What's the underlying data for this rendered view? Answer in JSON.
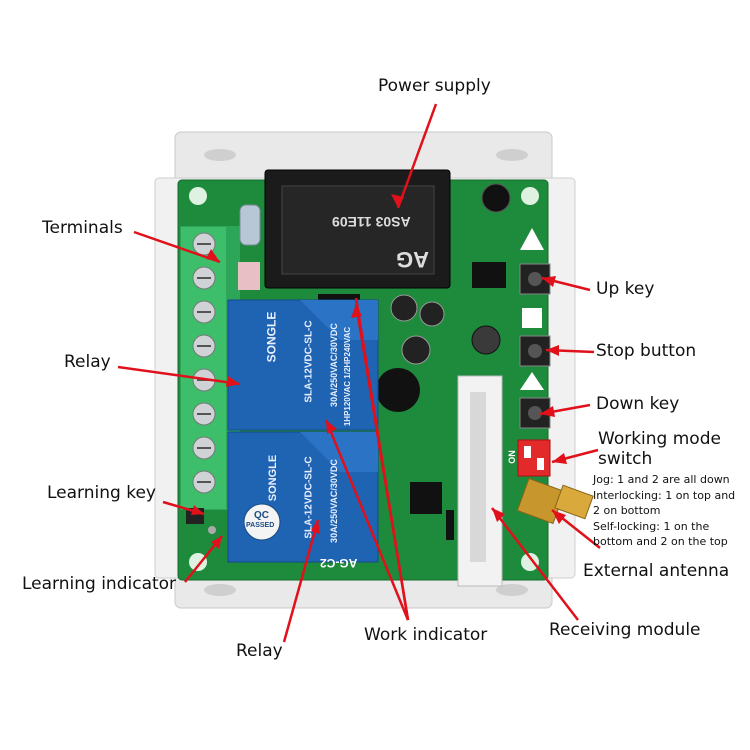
{
  "labels": {
    "power_supply": "Power supply",
    "terminals": "Terminals",
    "relay_top": "Relay",
    "learning_key": "Learning key",
    "learning_indicator": "Learning indicator",
    "relay_bottom": "Relay",
    "work_indicator": "Work indicator",
    "receiving_module": "Receiving module",
    "external_antenna": "External antenna",
    "up_key": "Up key",
    "stop_button": "Stop button",
    "down_key": "Down key",
    "working_mode_line1": "Working mode",
    "working_mode_line2": "switch"
  },
  "working_mode_notes": [
    "Jog: 1 and 2 are all down",
    "Interlocking: 1 on top and",
    "2 on bottom",
    "Self-locking: 1 on the",
    "bottom and 2 on the top"
  ],
  "board_text": {
    "power_module_brand": "AG",
    "power_module_model": "AS03 11E09",
    "relay_brand": "SONGLE",
    "relay_model": "SLA-12VDC-SL-C",
    "relay_rating_1": "30A/250VAC/30VDC",
    "relay_rating_2": "1HP120VAC 1/2HP240VAC",
    "qc_line1": "QC",
    "qc_line2": "PASSED",
    "dip_on": "ON",
    "board_model": "AG-C2"
  },
  "colors": {
    "pointer": "#e0111b",
    "pcb": "#1e8a3c",
    "relay": "#1f63b3",
    "terminal": "#3cbe6b",
    "case": "#e8e8e8",
    "dip": "#e22a2a"
  }
}
